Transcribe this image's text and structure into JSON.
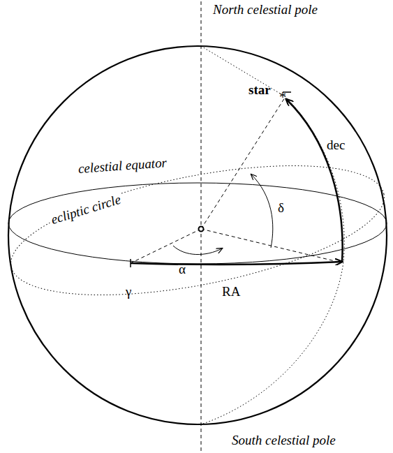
{
  "diagram": {
    "labels": [
      "North celestial pole",
      "star",
      "dec",
      "celestial equator",
      "ecliptic circle",
      "δ",
      "α",
      "γ",
      "RA",
      "South celestial pole"
    ]
  }
}
